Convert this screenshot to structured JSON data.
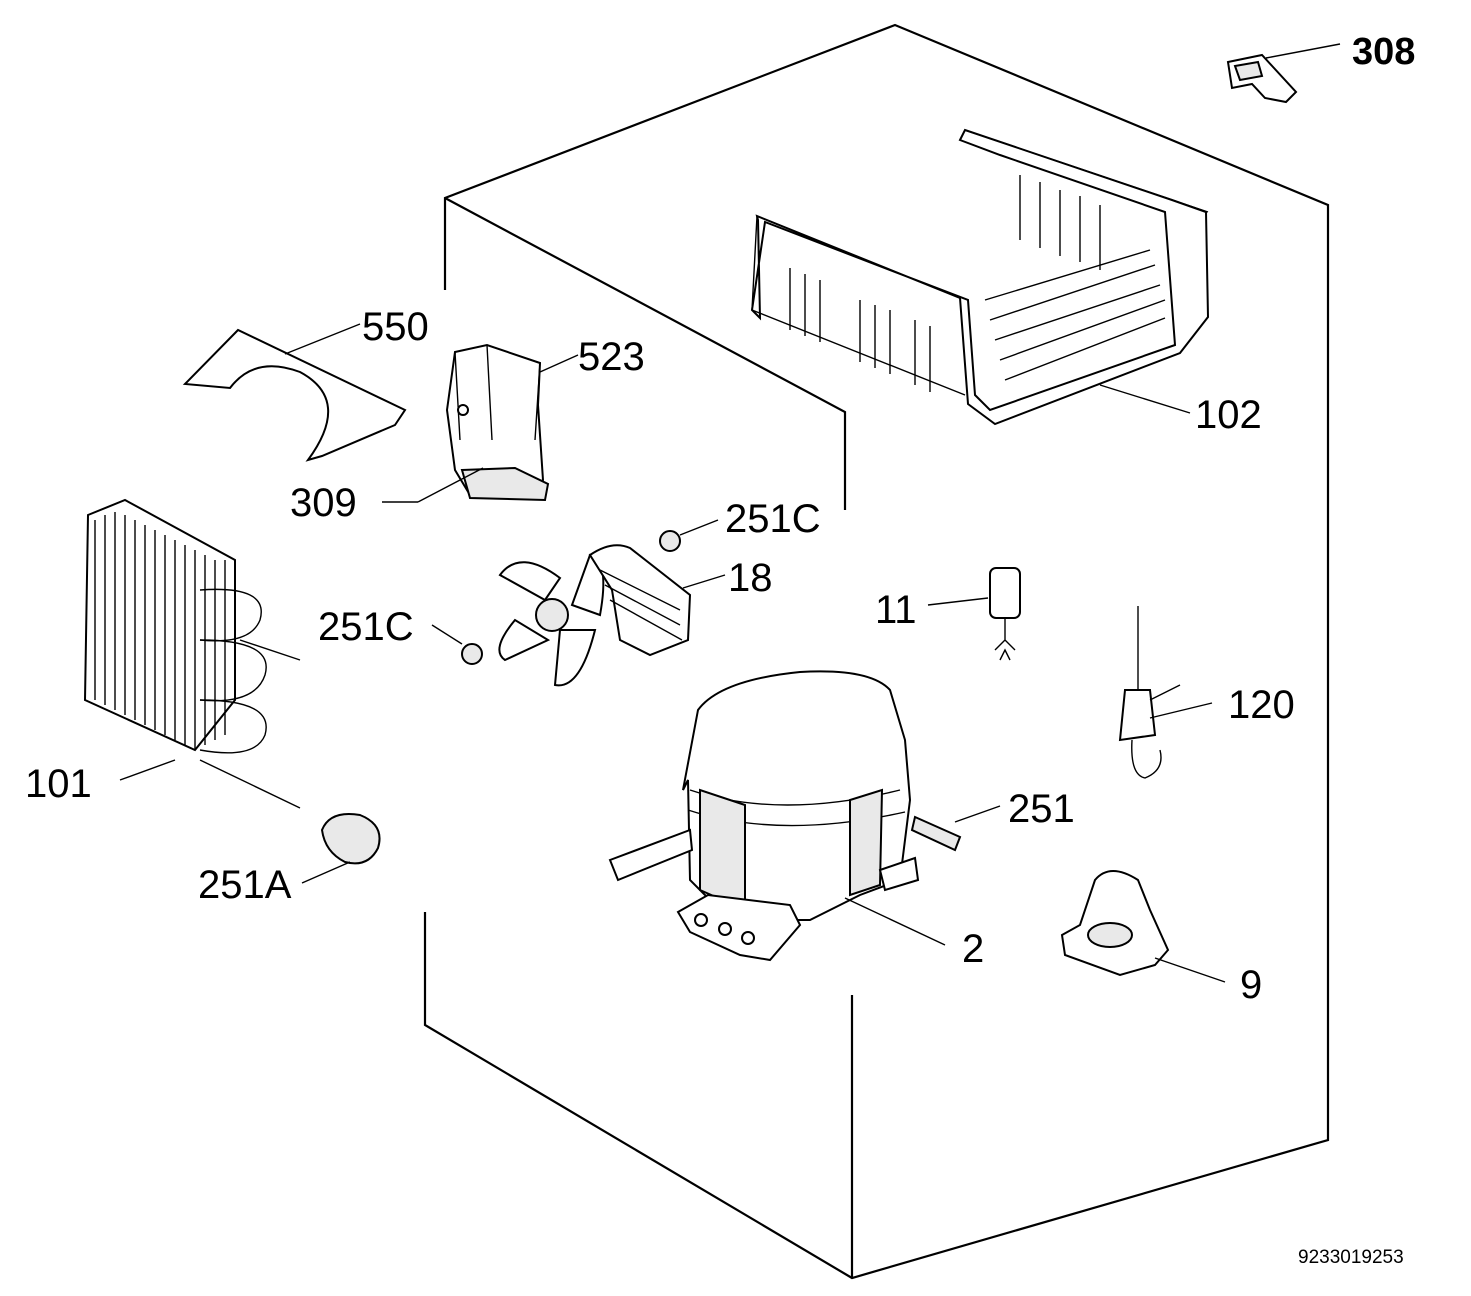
{
  "diagram": {
    "reference_number": "9233019253",
    "callouts": {
      "c308": "308",
      "c550": "550",
      "c523": "523",
      "c102": "102",
      "c309": "309",
      "c251c_top": "251C",
      "c18": "18",
      "c251c_left": "251C",
      "c11": "11",
      "c120": "120",
      "c101": "101",
      "c251": "251",
      "c251a": "251A",
      "c2": "2",
      "c9": "9"
    }
  }
}
